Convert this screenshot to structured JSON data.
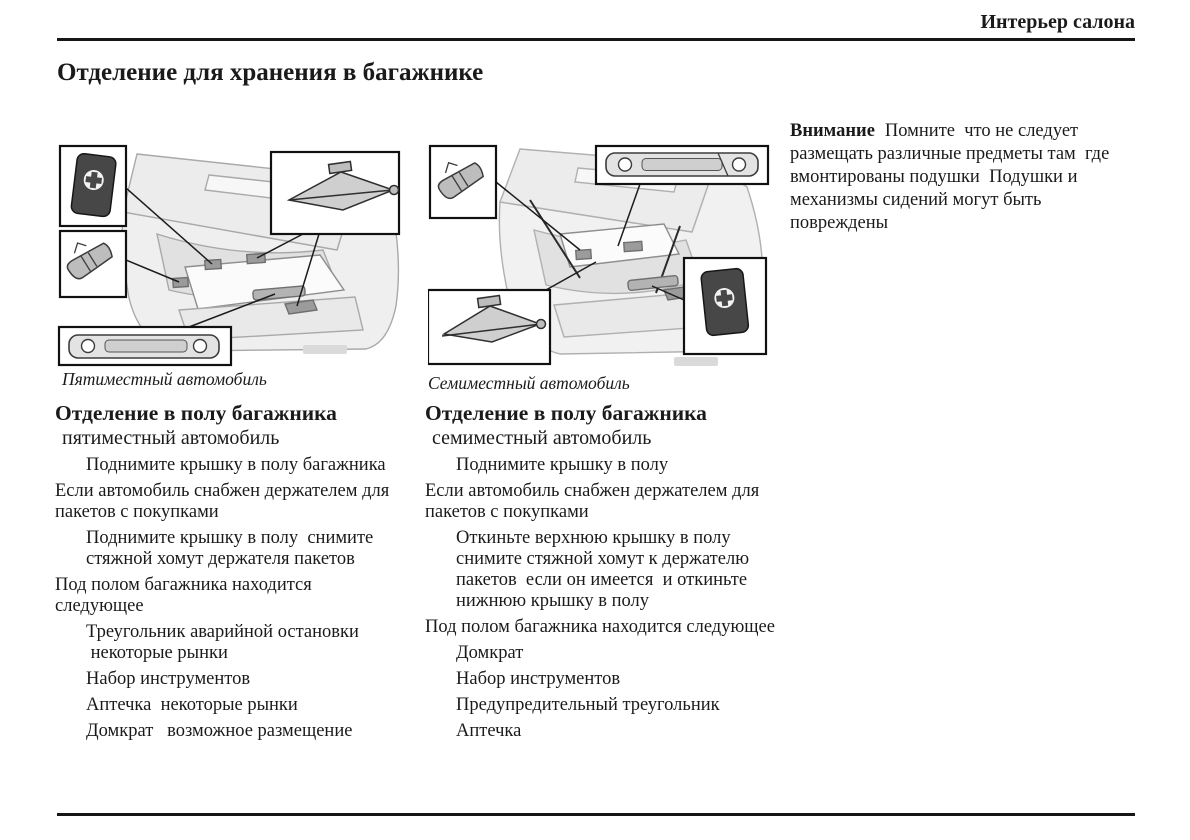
{
  "colors": {
    "paper": "#ffffff",
    "ink": "#1a1a1a"
  },
  "page": {
    "section_header": "Интерьер салона",
    "title": "Отделение для хранения в багажнике"
  },
  "warning": {
    "label": "Внимание",
    "text": "Помните  что не следует\nразмещать различные предметы там  где\nвмонтированы подушки  Подушки и\nмеханизмы сидений могут быть\nповреждены"
  },
  "figures": [
    {
      "caption": "Пятиместный автомобиль",
      "callouts": [
        "first-aid-kit",
        "tool-roll",
        "jack",
        "warning-triangle-case"
      ]
    },
    {
      "caption": "Семиместный автомобиль",
      "callouts": [
        "tool-roll",
        "warning-triangle-case",
        "jack",
        "first-aid-kit"
      ]
    }
  ],
  "columns": [
    {
      "heading": "Отделение в полу багажника",
      "subheading": "пятиместный автомобиль",
      "p1": "Поднимите крышку в полу багажника",
      "p2": "Если автомобиль снабжен держателем для\nпакетов с покупками",
      "p3": "Поднимите крышку в полу  снимите\nстяжной хомут держателя пакетов",
      "p4": "Под полом багажника находится\nследующее",
      "items": [
        "Треугольник аварийной остановки\n некоторые рынки",
        "Набор инструментов",
        "Аптечка  некоторые рынки",
        "Домкрат   возможное размещение"
      ]
    },
    {
      "heading": "Отделение в полу багажника",
      "subheading": "семиместный автомобиль",
      "p1": "Поднимите крышку в полу",
      "p2": "Если автомобиль снабжен держателем для\nпакетов с покупками",
      "p3": "Откиньте верхнюю крышку в полу\nснимите стяжной хомут к держателю\nпакетов  если он имеется  и откиньте\nнижнюю крышку в полу",
      "p4": "Под полом багажника находится следующее",
      "items": [
        "Домкрат",
        "Набор инструментов",
        "Предупредительный треугольник",
        "Аптечка"
      ]
    }
  ]
}
